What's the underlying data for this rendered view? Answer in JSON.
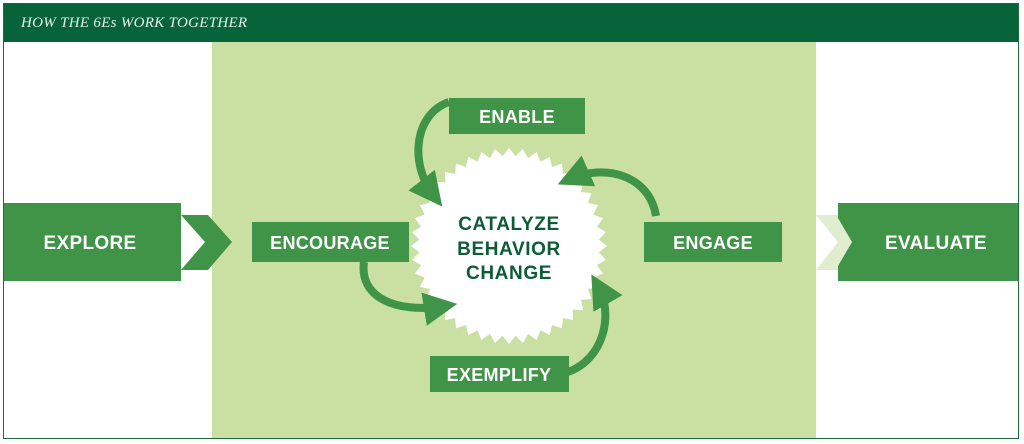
{
  "header": {
    "title": "HOW THE 6Es WORK TOGETHER"
  },
  "nodes": {
    "explore": "EXPLORE",
    "encourage": "ENCOURAGE",
    "enable": "ENABLE",
    "engage": "ENGAGE",
    "exemplify": "EXEMPLIFY",
    "evaluate": "EVALUATE"
  },
  "center": {
    "lines": [
      "CATALYZE",
      "BEHAVIOR",
      "CHANGE"
    ]
  },
  "colors": {
    "header_bg": "#07643a",
    "panel_bg": "#c9e0a2",
    "node_green": "#3f9447",
    "arrow_green": "#3f9447",
    "center_text": "#0c5c36",
    "light_arrow": "#e1edcf"
  }
}
